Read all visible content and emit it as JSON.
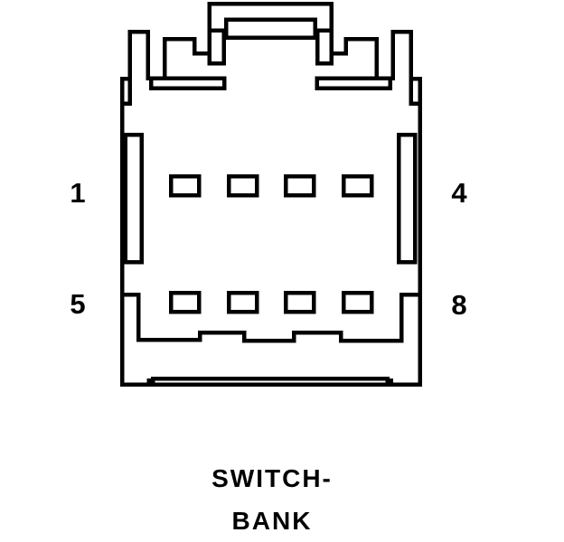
{
  "diagram": {
    "component": "SWITCH-BANK",
    "caption": {
      "line1": "SWITCH-",
      "line2": "BANK"
    },
    "labels": {
      "top_left": "1",
      "top_right": "4",
      "bottom_left": "5",
      "bottom_right": "8"
    },
    "colors": {
      "line": "#000000",
      "background": "#ffffff"
    }
  }
}
